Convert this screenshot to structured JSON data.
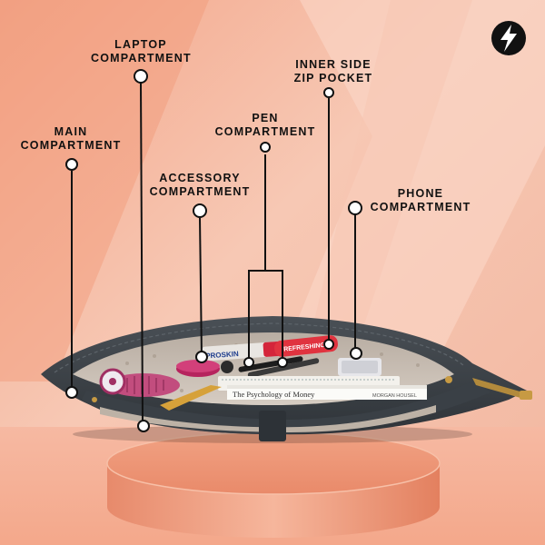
{
  "labels": {
    "laptop": [
      "LAPTOP",
      "COMPARTMENT"
    ],
    "inner_zip": [
      "INNER SIDE",
      "ZIP POCKET"
    ],
    "pen": [
      "PEN",
      "COMPARTMENT"
    ],
    "main": [
      "MAIN",
      "COMPARTMENT"
    ],
    "accessory": [
      "ACCESSORY",
      "COMPARTMENT"
    ],
    "phone": [
      "PHONE",
      "COMPARTMENT"
    ]
  },
  "product_print": {
    "lipstick_brand": "PROSKIN",
    "spray_text": "REFRESHING",
    "book_title": "The Psychology of Money",
    "book_author": "MORGAN HOUSEL"
  },
  "icons": {
    "brand": "lightning-bolt-badge-icon"
  },
  "colors": {
    "background": "#f4b79e",
    "bag": "#3d4349",
    "lining": "#c9bfb4",
    "label_text": "#111111",
    "pointer": "#111111"
  }
}
